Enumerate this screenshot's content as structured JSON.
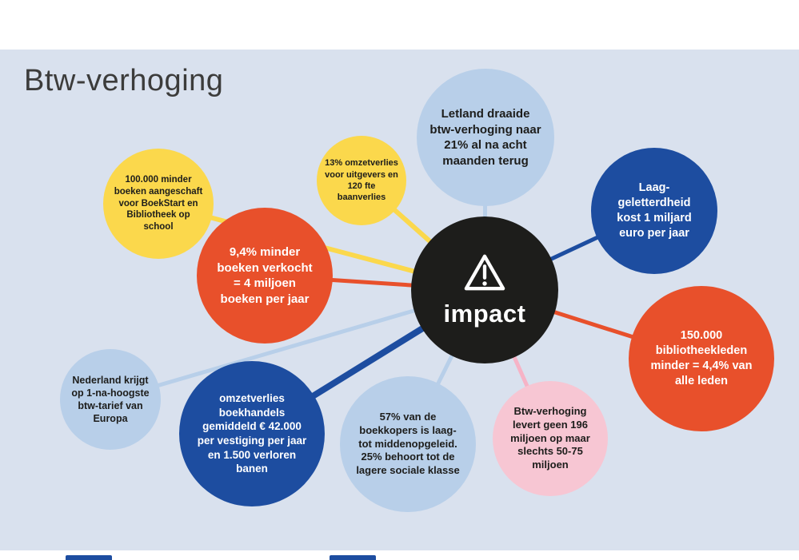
{
  "page": {
    "title": "Btw-verhoging"
  },
  "center": {
    "label": "impact",
    "icon": "warning-triangle-icon"
  },
  "bubbles": {
    "letland": {
      "text": "Letland draaide btw-verhoging naar 21% al na acht maanden terug",
      "color": "#b8cfe9"
    },
    "laag": {
      "text": "Laag-geletterdheid kost 1 miljard euro per jaar",
      "color": "#1d4da0"
    },
    "leden": {
      "text": "150.000 bibliotheekleden minder = 4,4% van alle leden",
      "color": "#e8502b"
    },
    "opbrengst": {
      "text": "Btw-verhoging levert geen 196 miljoen op maar slechts 50-75 miljoen",
      "color": "#f7c6d3"
    },
    "boekkopers": {
      "text": "57% van de boekkopers is laag- tot middenopgeleid. 25% behoort tot de lagere sociale klasse",
      "color": "#b8cfe9"
    },
    "omzet": {
      "text": "omzetverlies boekhandels gemiddeld € 42.000 per vestiging per jaar en 1.500 verloren banen",
      "color": "#1d4da0"
    },
    "nederland": {
      "text": "Nederland krijgt op 1-na-hoogste btw-tarief van Europa",
      "color": "#b8cfe9"
    },
    "boeken": {
      "text": "9,4% minder boeken verkocht = 4 miljoen boeken per jaar",
      "color": "#e8502b"
    },
    "boekstart": {
      "text": "100.000 minder boeken aangeschaft voor BoekStart en Bibliotheek op school",
      "color": "#fbd84c"
    },
    "uitgevers": {
      "text": "13% omzetverlies voor uitgevers en 120 fte baanverlies",
      "color": "#fbd84c"
    }
  },
  "colors": {
    "background": "#d9e1ee",
    "yellow": "#fbd84c",
    "orange": "#e8502b",
    "dark_blue": "#1d4da0",
    "light_blue": "#b8cfe9",
    "pink": "#f7c6d3",
    "black": "#1d1d1b",
    "title_text": "#3c3c3b"
  }
}
